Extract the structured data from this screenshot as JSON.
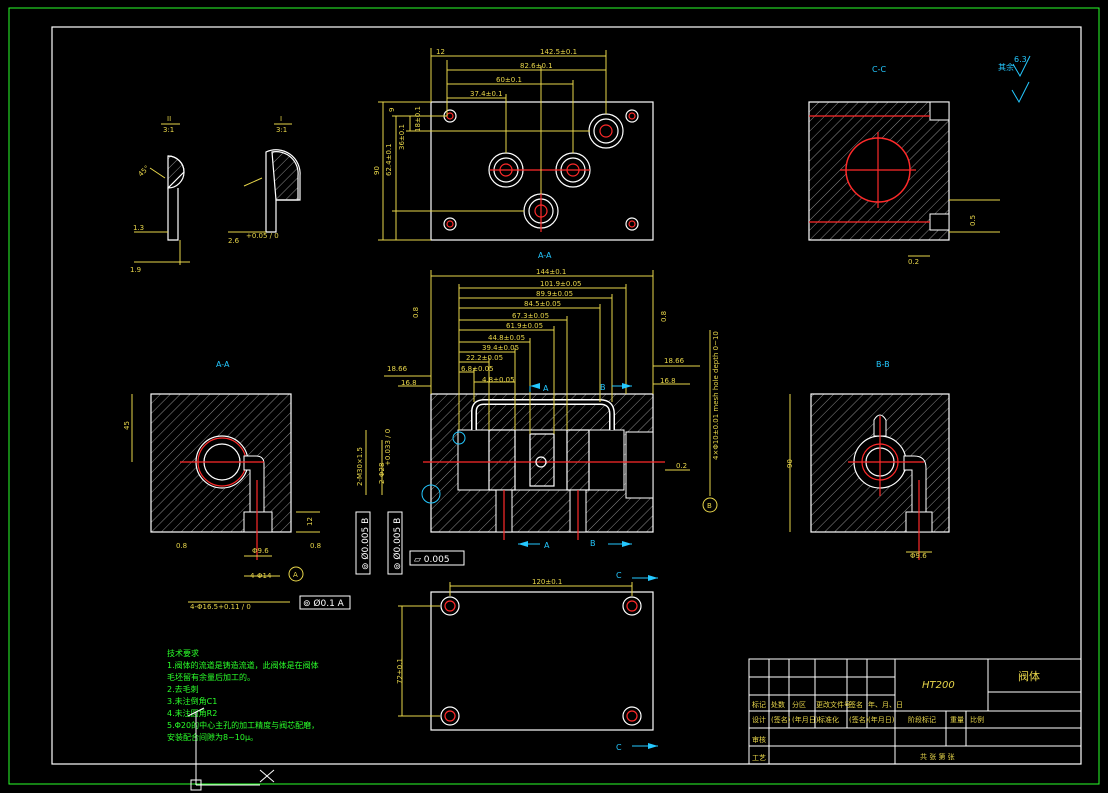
{
  "views": {
    "section_aa_center": "A-A",
    "section_aa_left": "A-A",
    "section_cc": "C-C",
    "section_bb": "B-B",
    "detail_ii": "II",
    "detail_ii_scale": "3:1",
    "detail_i": "I",
    "detail_i_scale": "3:1",
    "cut_a_top": "A",
    "cut_a_bottom": "A",
    "cut_b_top": "B",
    "cut_b_bottom": "B",
    "cut_c_top": "C",
    "cut_c_bottom": "C",
    "datum_a": "A",
    "datum_b": "B"
  },
  "dims": {
    "top_142_5": "142.5±0.1",
    "top_12": "12",
    "top_82_6": "82.6±0.1",
    "top_60": "60±0.1",
    "top_37_4": "37.4±0.1",
    "top_9": "9",
    "top_18": "18±0.1",
    "top_36": "36±0.1",
    "top_62_4": "62.4±0.1",
    "top_90": "90",
    "m_144": "144±0.1",
    "m_101_9": "101.9±0.05",
    "m_89_9": "89.9±0.05",
    "m_84_5": "84.5±0.05",
    "m_67_3": "67.3±0.05",
    "m_61_9": "61.9±0.05",
    "m_44_8": "44.8±0.05",
    "m_39_4": "39.4±0.05",
    "m_22_2": "22.2±0.05",
    "m_6_8": "6.8±0.05",
    "m_4_8": "4.8±0.05",
    "m_18_66l": "18.66",
    "m_16_8l": "16.8",
    "m_18_66r": "18.66",
    "m_16_8r": "16.8",
    "m_0_8a": "0.8",
    "m_0_8b": "0.8",
    "m_0_2": "0.2",
    "m_2_m30": "2-M30×1.5",
    "m_2_phi28": "2-Φ28",
    "m_tol": "+0.033 / 0",
    "m_side": "4×Φ10±0.01 mesh hole depth 0~10",
    "l_45": "45",
    "l_12": "12",
    "l_phi6": "Φ9.6",
    "l_4phi": "4-Φ14",
    "l_4phi16": "4-Φ16.5+0.11 / 0",
    "l_0_8a": "0.8",
    "l_0_8b": "0.8",
    "r_90": "90",
    "r_phi6": "Φ9.6",
    "b_120": "120±0.1",
    "b_72": "72±0.1",
    "cc_0_2": "0.2",
    "cc_dim": "0.5",
    "d_13": "1.3",
    "d_19": "1.9",
    "d_26": "2.6",
    "d_45": "45°",
    "d_tol": "+0.05 / 0",
    "rough": "6.3",
    "rough_other": "其余"
  },
  "tolerances": {
    "tol1": "⊚ Ø0.005 B",
    "tol2": "⊚ Ø0.005 B",
    "flatness": "⏥ 0.005",
    "posA": "⊚ Ø0.1 A"
  },
  "notes": {
    "title": "技术要求",
    "lines": [
      "1.阀体的流道是铸造流道，此阀体是在阀体",
      "  毛坯留有余量后加工的。",
      "2.去毛刺",
      "3.未注倒角C1",
      "4.未注圆角R2",
      "5.Φ20的中心主孔的加工精度与阀芯配磨，",
      "  安装配合间隙为8~10μ。"
    ]
  },
  "title_block": {
    "material": "HT200",
    "part_name": "阀体",
    "rev_headers": [
      "标记",
      "处数",
      "分区",
      "更改文件号",
      "签名",
      "年、月、日"
    ],
    "row_design": [
      "设计",
      "(签名)",
      "(年月日)",
      "标准化",
      "(签名)",
      "(年月日)"
    ],
    "stage_label": "阶段标记",
    "weight_label": "重量",
    "scale_label": "比例",
    "review": "审核",
    "process": "工艺",
    "sheets": "共  张  第  张"
  },
  "colors": {
    "frame": "#2aff2a",
    "drawing": "#e8d64a",
    "outline": "#ffffff",
    "center": "#ff2a2a",
    "section": "#24c8ff"
  }
}
